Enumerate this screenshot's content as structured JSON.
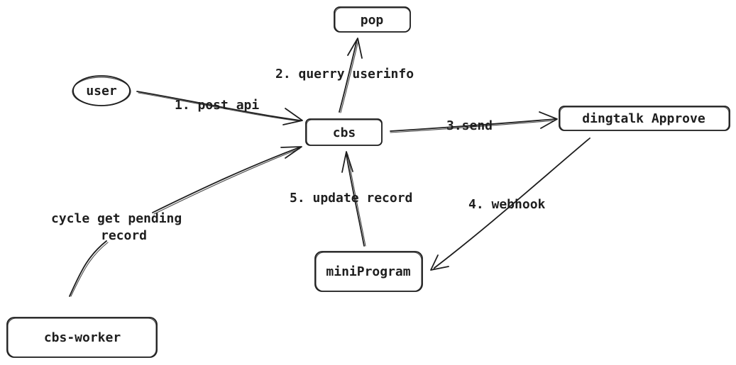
{
  "nodes": {
    "pop": "pop",
    "user": "user",
    "cbs": "cbs",
    "dingtalk": "dingtalk Approve",
    "miniprogram": "miniProgram",
    "worker": "cbs-worker"
  },
  "edges": {
    "post_api": "1. post api",
    "query_userinfo": "2. querry userinfo",
    "send": "3.send",
    "webhook": "4. webhook",
    "update_record": "5. update record",
    "cycle_line1": "cycle get pending",
    "cycle_line2": "record"
  },
  "colors": {
    "stroke": "#1e1e1e",
    "background": "#ffffff"
  }
}
